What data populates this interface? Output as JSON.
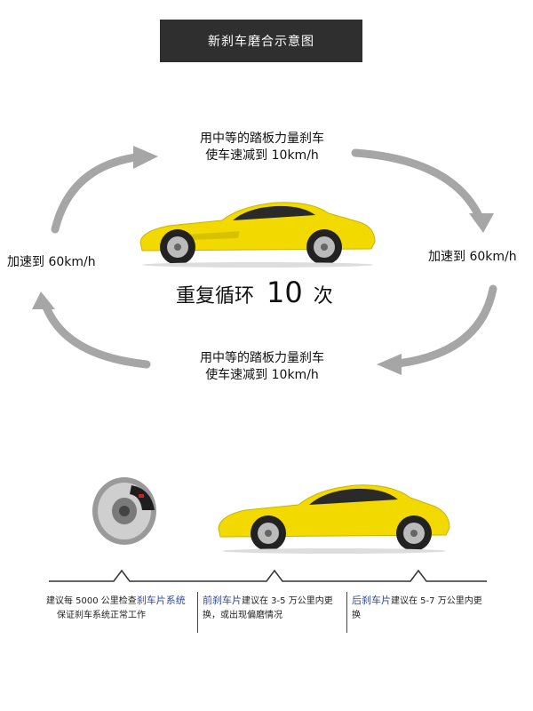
{
  "title": "新刹车磨合示意图",
  "cycle": {
    "step_top": [
      "用中等的踏板力量刹车",
      "使车速减到 10km/h"
    ],
    "step_bottom": [
      "用中等的踏板力量刹车",
      "使车速减到 10km/h"
    ],
    "accel_left": "加速到 60km/h",
    "accel_right": "加速到 60km/h",
    "repeat_prefix": "重复循环",
    "repeat_count": "10",
    "repeat_suffix": "次"
  },
  "timeline": {
    "note1": {
      "pre": "建议每 5000 公里检查",
      "hl": "刹车片系统",
      "line2": "保证刹车系统正常工作"
    },
    "note2": {
      "hl": "前刹车片",
      "post": "建议在 3-5 万公里内更",
      "line2": "换，或出现偏磨情况"
    },
    "note3": {
      "hl": "后刹车片",
      "post": "建议在 5-7 万公里内更",
      "line2": "换"
    }
  },
  "colors": {
    "arrow": "#a6a6a6",
    "car": "#f2da00",
    "title_bg": "#2f2f2f",
    "highlight": "#2e49a6"
  },
  "icons": [
    "car-image",
    "car-image",
    "brake-disc-image",
    "cycle-arrow"
  ]
}
